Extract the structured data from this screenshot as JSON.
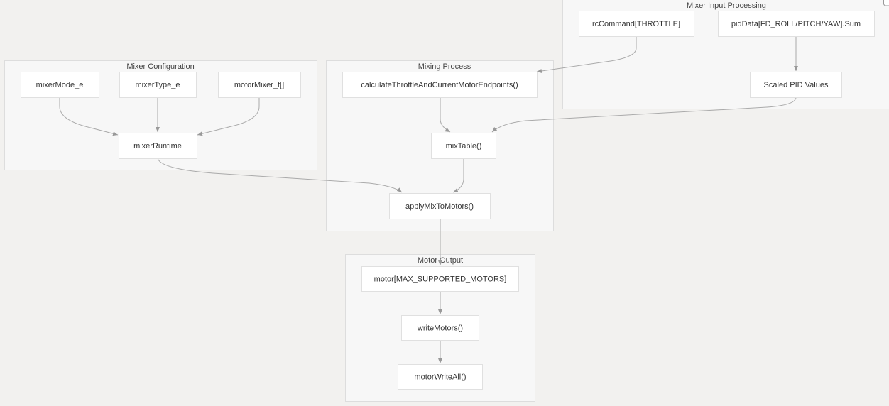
{
  "clusters": {
    "config": "Mixer Configuration",
    "mixing": "Mixing Process",
    "input": "Mixer Input Processing",
    "output": "Motor Output"
  },
  "nodes": {
    "mixerMode": "mixerMode_e",
    "mixerType": "mixerType_e",
    "motorMixer": "motorMixer_t[]",
    "mixerRuntime": "mixerRuntime",
    "calc": "calculateThrottleAndCurrentMotorEndpoints()",
    "mixTable": "mixTable()",
    "applyMix": "applyMixToMotors()",
    "rcCommand": "rcCommand[THROTTLE]",
    "pidData": "pidData[FD_ROLL/PITCH/YAW].Sum",
    "scaledPid": "Scaled PID Values",
    "motor": "motor[MAX_SUPPORTED_MOTORS]",
    "writeMotors": "writeMotors()",
    "motorWriteAll": "motorWriteAll()"
  },
  "colors": {
    "edge": "#aaaaaa",
    "cluster": "#f7f7f7",
    "node": "#ffffff",
    "background": "#f2f1ef"
  }
}
